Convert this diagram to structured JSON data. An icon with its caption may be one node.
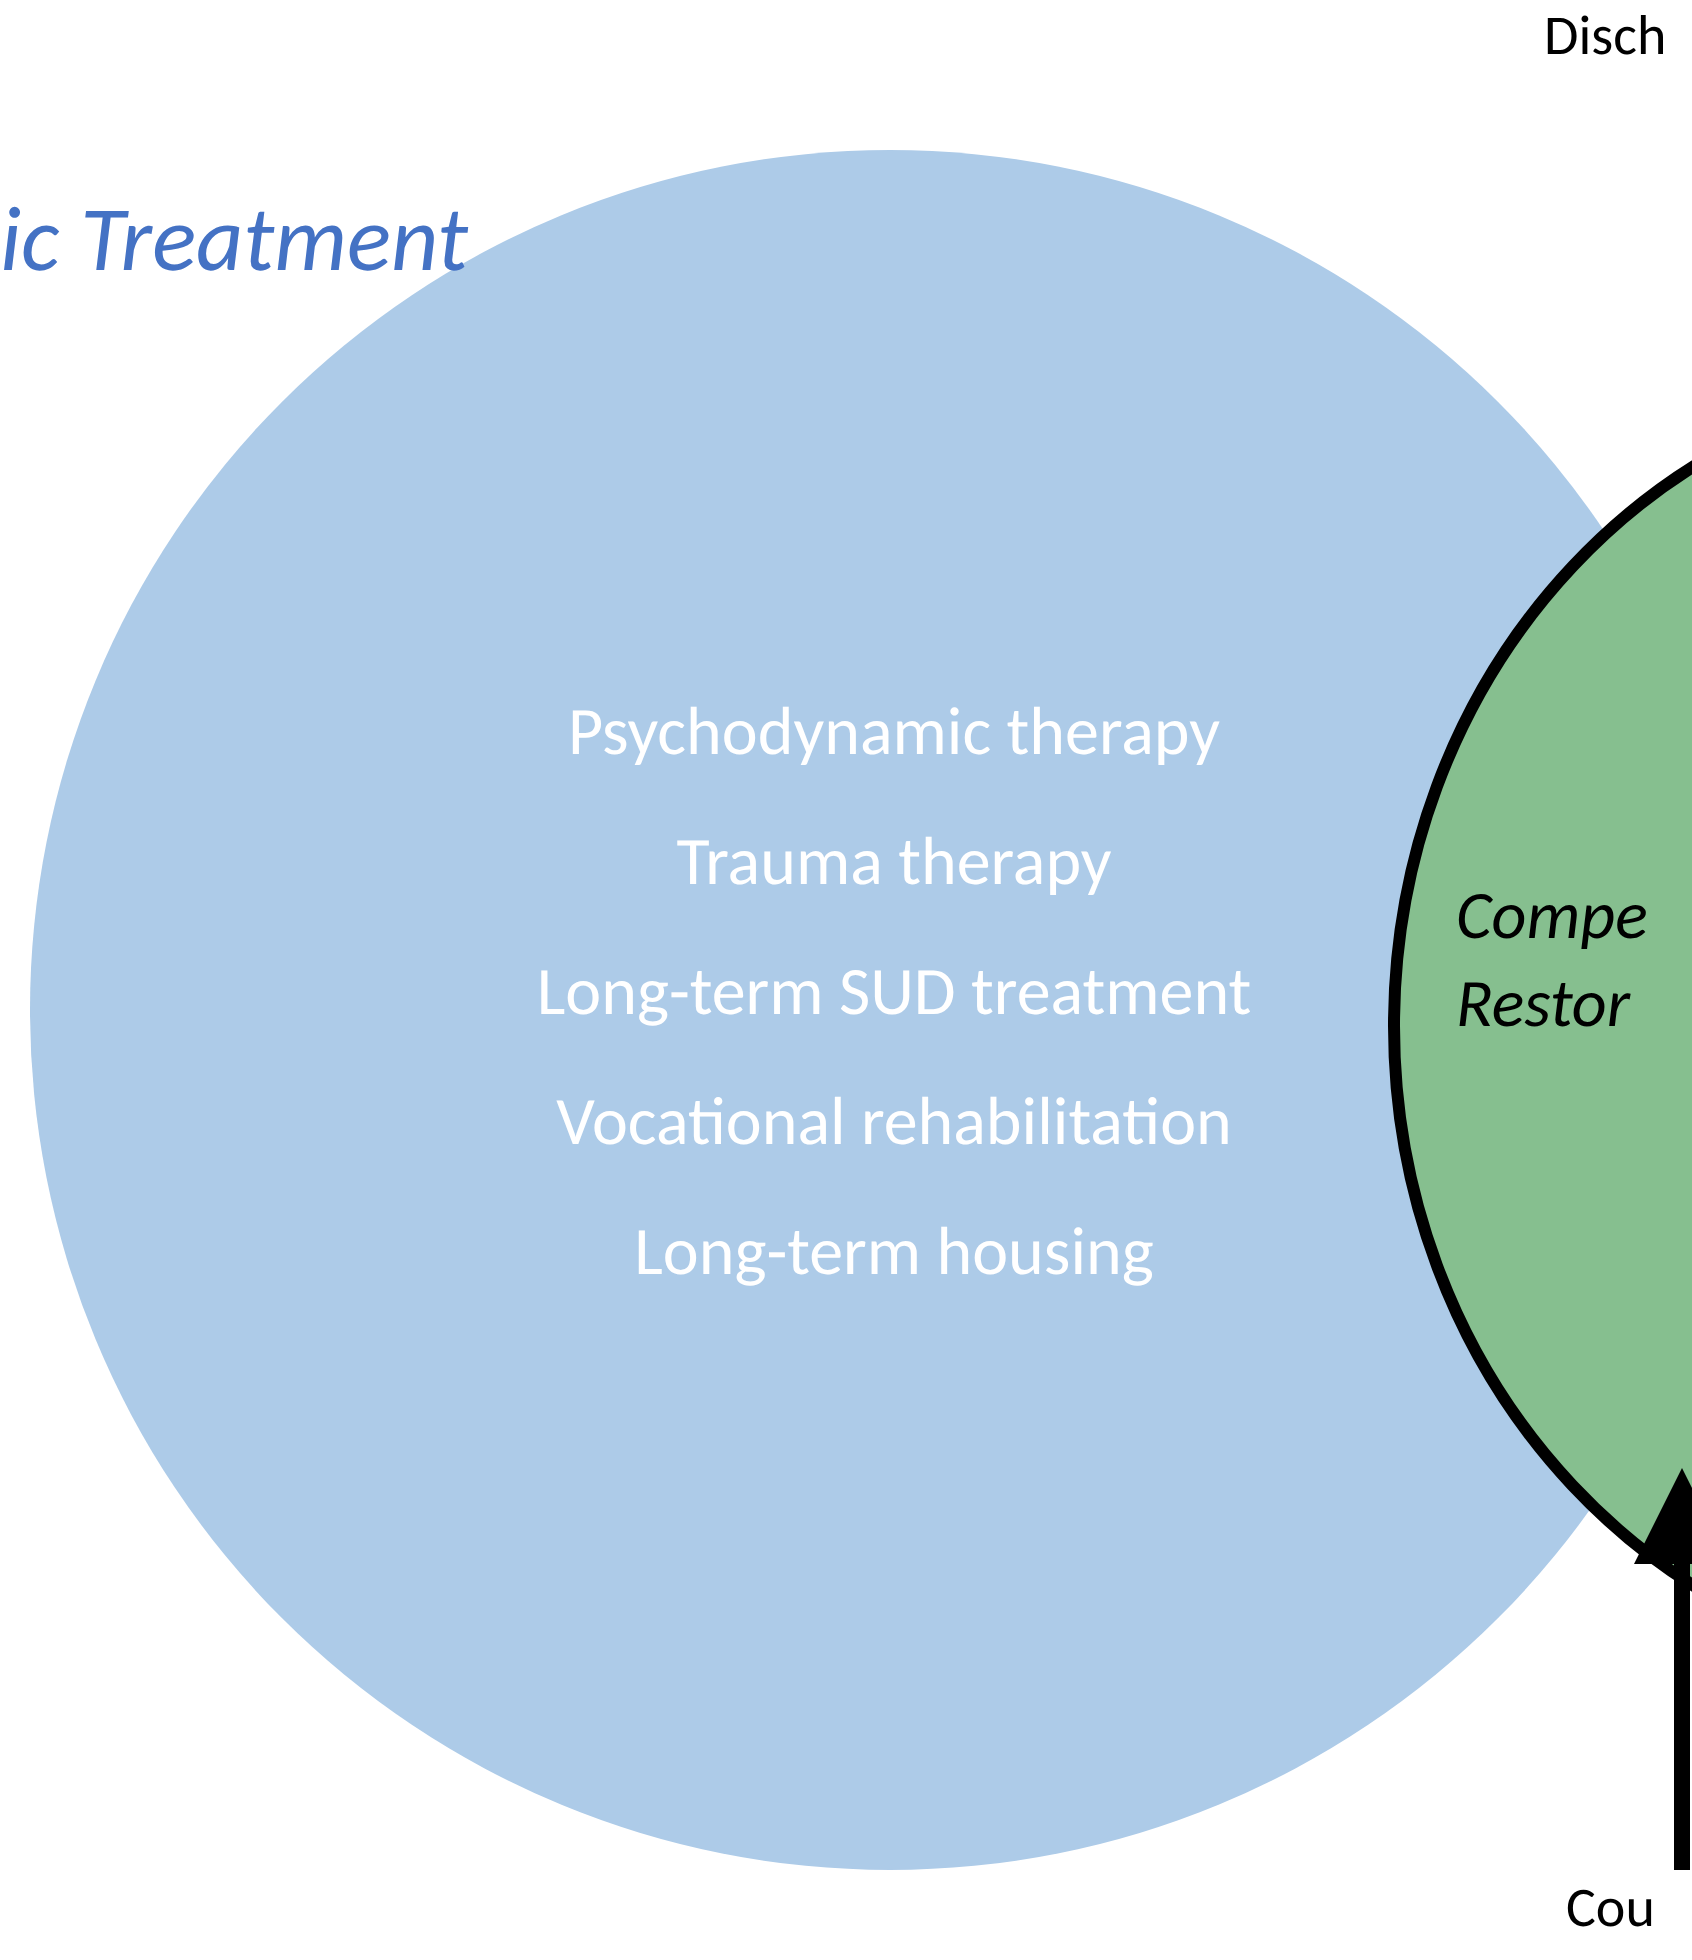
{
  "diagram": {
    "nodes": [
      {
        "text": [
          "ic Treatment",
          "Psychodynamic therapy",
          "Trauma therapy",
          "Long-term SUD treatment",
          "Vocational rehabilitation",
          "Long-term housing"
        ]
      },
      {
        "text": [
          "Compe Restor"
        ]
      },
      {
        "text": [
          "Cou"
        ]
      }
    ],
    "edges": [
      {
        "from": 2,
        "to": 1,
        "arrow": "to"
      }
    ],
    "labels": [
      "Disch"
    ]
  }
}
